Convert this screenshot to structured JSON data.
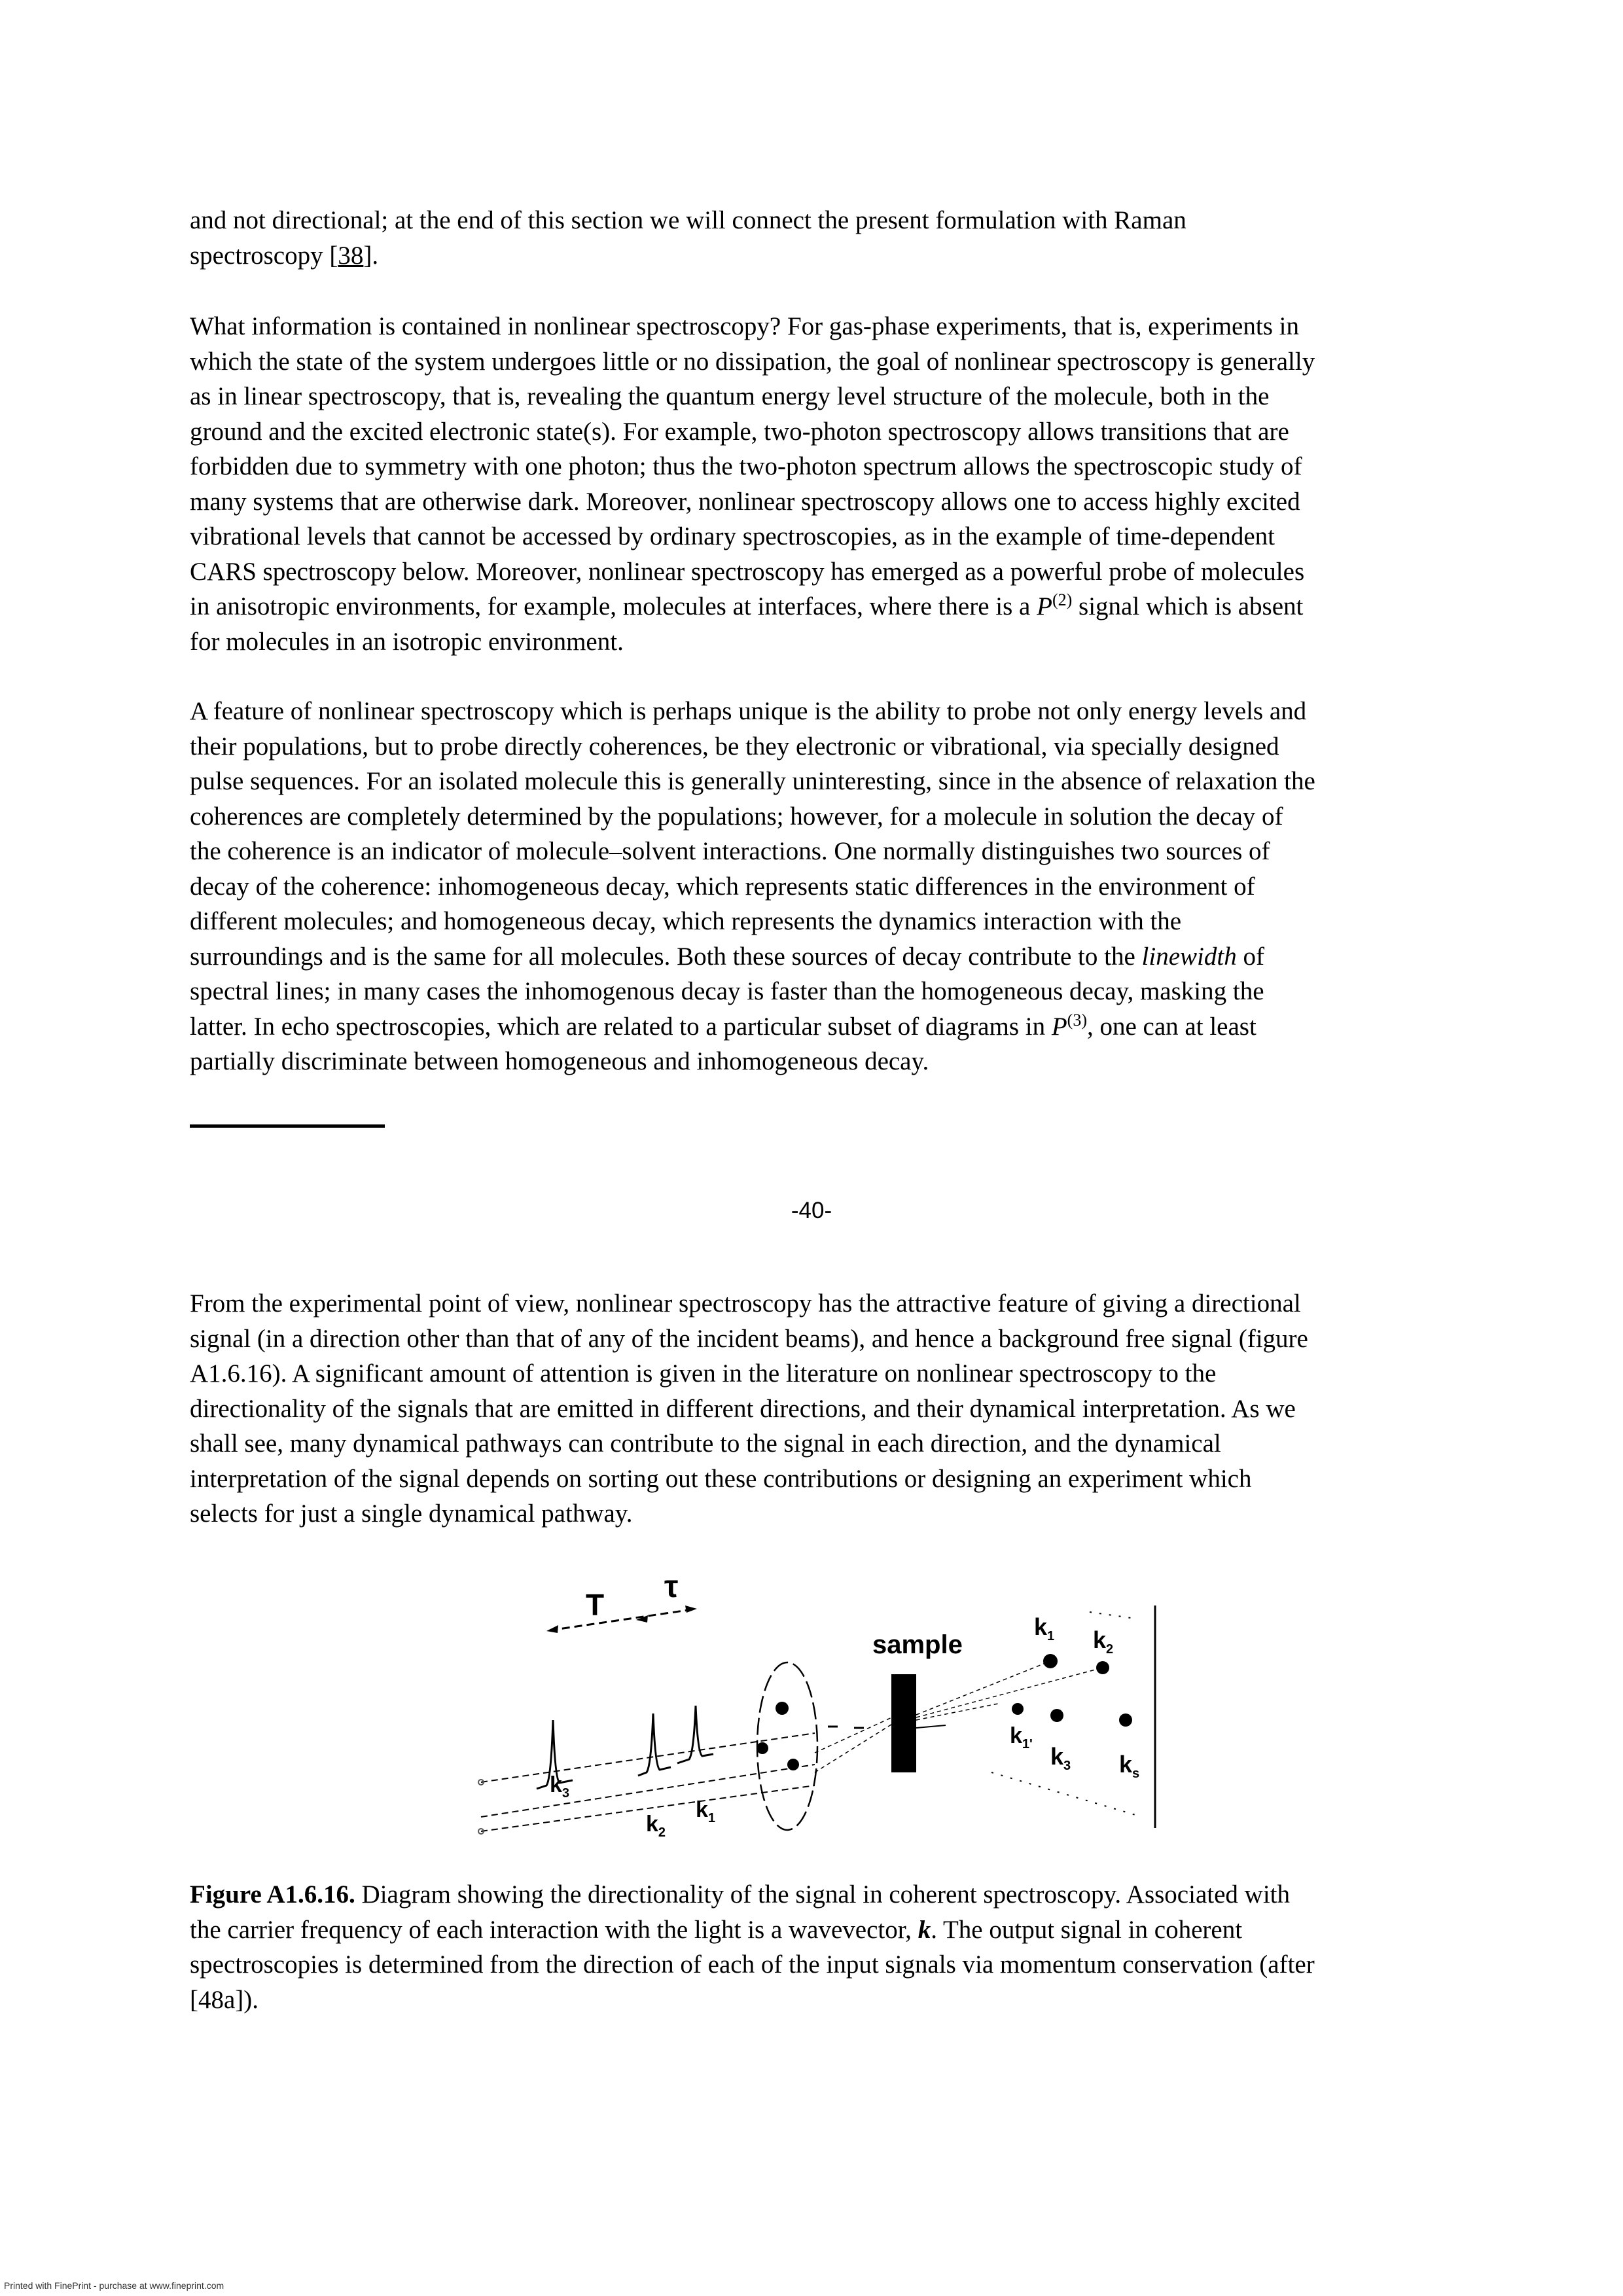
{
  "paragraph1": {
    "lines": [
      "and not directional; at the end of this section we will connect the present formulation with Raman",
      "spectroscopy"
    ],
    "ref": "38",
    "end": "."
  },
  "paragraph2": {
    "lines": [
      "What information is contained in nonlinear spectroscopy? For gas-phase experiments, that is, experiments in",
      "which the state of the system undergoes little or no dissipation, the goal of nonlinear spectroscopy is generally",
      "as in linear spectroscopy, that is, revealing the quantum energy level structure of the molecule, both in the",
      "ground and the excited electronic state(s). For example, two-photon spectroscopy allows transitions that are",
      "forbidden due to symmetry with one photon; thus the two-photon spectrum allows the spectroscopic study of",
      "many systems that are otherwise dark. Moreover, nonlinear spectroscopy allows one to access highly excited",
      "vibrational levels that cannot be accessed by ordinary spectroscopies, as in the example of time-dependent",
      "CARS spectroscopy below. Moreover, nonlinear spectroscopy has emerged as a powerful probe of molecules"
    ],
    "line9_before": "in anisotropic environments, for example, molecules at interfaces, where there is a ",
    "line9_symbol": "P",
    "line9_sup": "(2)",
    "line9_after": " signal which is absent",
    "line10": "for molecules in an isotropic environment."
  },
  "paragraph3": {
    "lines": [
      "A feature of nonlinear spectroscopy which is perhaps unique is the ability to probe not only energy levels and",
      "their populations, but to probe directly coherences, be they electronic or vibrational, via specially designed",
      "pulse sequences. For an isolated molecule this is generally uninteresting, since in the absence of relaxation the",
      "coherences are completely determined by the populations; however, for a molecule in solution the decay of",
      "the coherence is an indicator of molecule–solvent interactions. One normally distinguishes two sources of",
      "decay of the coherence: inhomogeneous decay, which represents static differences in the environment of",
      "different molecules; and homogeneous decay, which represents the dynamics interaction with the"
    ],
    "line8_before": "surroundings and is the same for all molecules. Both these sources of decay contribute to the ",
    "line8_italic": "linewidth",
    "line8_after": " of",
    "line9": "spectral lines; in many cases the inhomogenous decay is faster than the homogeneous decay, masking the",
    "line10_before": "latter. In echo spectroscopies, which are related to a particular subset of diagrams in ",
    "line10_symbol": "P",
    "line10_sup": "(3)",
    "line10_after": ", one can at least",
    "line11": "partially discriminate between homogeneous and inhomogeneous decay."
  },
  "page_number": "-40-",
  "paragraph4": {
    "lines": [
      "From the experimental point of view, nonlinear spectroscopy has the attractive feature of giving a directional",
      "signal (in a direction other than that of any of the incident beams), and hence a background free signal (figure",
      "A1.6.16). A significant amount of attention is given in the literature on nonlinear spectroscopy to the",
      "directionality of the signals that are emitted in different directions, and their dynamical interpretation. As we",
      "shall see, many dynamical pathways can contribute to the signal in each direction, and the dynamical",
      "interpretation of the signal depends on sorting out these contributions or designing an experiment which",
      "selects for just a single dynamical pathway."
    ]
  },
  "figure": {
    "label_T": "T",
    "label_tau": "τ",
    "label_sample": "sample",
    "label_k1_top": "k",
    "label_k1_top_sub": "1",
    "label_k2_top": "k",
    "label_k2_top_sub": "2",
    "label_k1_prime": "k",
    "label_k1_prime_sub": "1'",
    "label_k3_right": "k",
    "label_k3_right_sub": "3",
    "label_ks": "k",
    "label_ks_sub": "s",
    "label_k3_beam": "k",
    "label_k3_beam_sub": "3",
    "label_k2_beam": "k",
    "label_k2_beam_sub": "2",
    "label_k1_beam": "k",
    "label_k1_beam_sub": "1"
  },
  "caption": {
    "label": "Figure A1.6.16.",
    "line1_text": " Diagram showing the directionality of the signal in coherent spectroscopy. Associated with",
    "line2_before": "the carrier frequency of each interaction with the light is a wavevector, ",
    "line2_symbol": "k",
    "line2_after": ". The output signal in coherent",
    "line3": "spectroscopies is determined from the direction of each of the input signals via momentum conservation (after",
    "line4": "[48a])."
  },
  "printer_note": "Printed with FinePrint - purchase at www.fineprint.com"
}
